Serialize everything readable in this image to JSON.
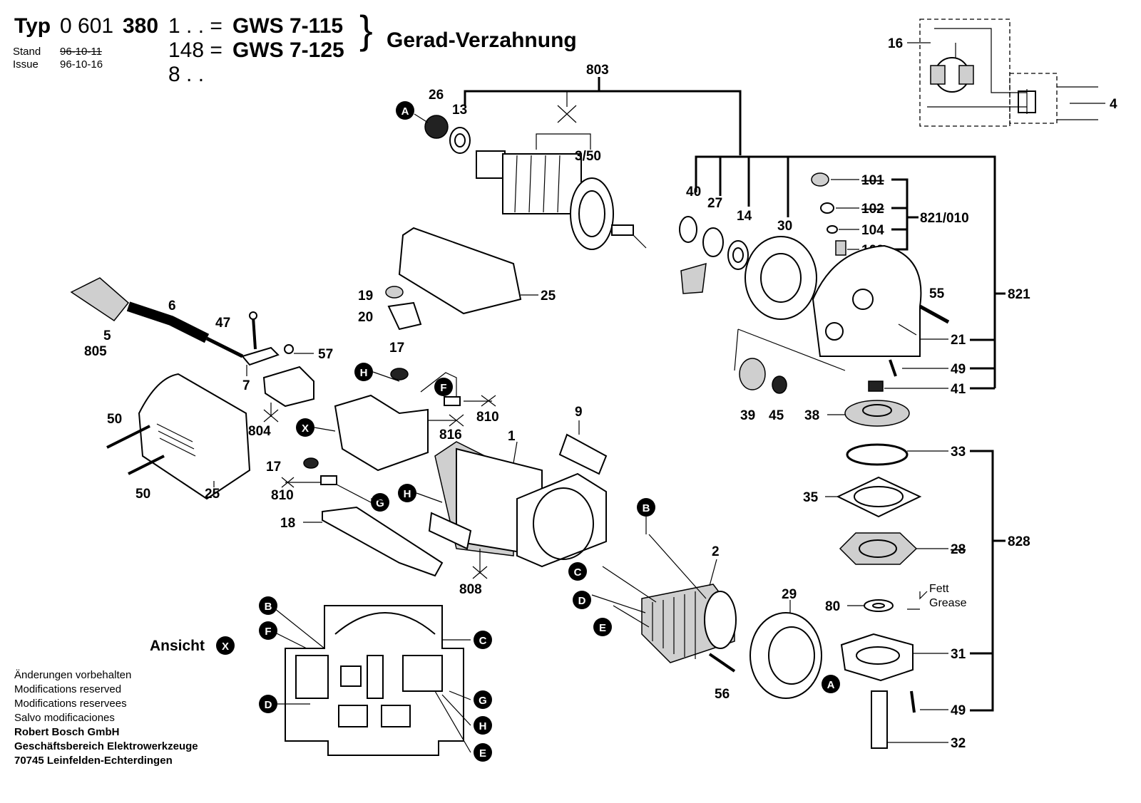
{
  "header": {
    "typ_label": "Typ",
    "typ_number_a": "0 601",
    "typ_number_b": "380",
    "variant1_suffix": "1 . . =",
    "variant1_model": "GWS 7-115",
    "variant2_suffix": "148 =",
    "variant2_model": "GWS 7-125",
    "variant3_suffix": "8 . .",
    "brace": "}",
    "tooth_type": "Gerad-Verzahnung",
    "stand_label": "Stand",
    "issue_label": "Issue",
    "stand_date_struck": "96-10-11",
    "issue_date": "96-10-16"
  },
  "view_label": {
    "text": "Ansicht",
    "letter": "X"
  },
  "footer_notes": [
    "Änderungen vorbehalten",
    "Modifications reserved",
    "Modifications reservees",
    "Salvo modificaciones"
  ],
  "company": [
    "Robert Bosch GmbH",
    "Geschäftsbereich Elektrowerkzeuge",
    "70745 Leinfelden-Echterdingen"
  ],
  "grease_note": {
    "line1": "Fett",
    "line2": "Grease"
  },
  "part_labels": {
    "p803": "803",
    "p26": "26",
    "p13": "13",
    "p350": "3/50",
    "p40": "40",
    "p27": "27",
    "p14": "14",
    "p30": "30",
    "p101": "101",
    "p102": "102",
    "p104": "104",
    "p103": "103",
    "p821_010": "821/010",
    "p821": "821",
    "p55": "55",
    "p21": "21",
    "p49a": "49",
    "p41": "41",
    "p25a": "25",
    "p19": "19",
    "p20": "20",
    "p6": "6",
    "p5": "5",
    "p805": "805",
    "p47": "47",
    "p57": "57",
    "p7": "7",
    "p17a": "17",
    "p810a": "810",
    "p816": "816",
    "p804": "804",
    "p50a": "50",
    "p50b": "50",
    "p25b": "25",
    "p17b": "17",
    "p810b": "810",
    "p18": "18",
    "p9": "9",
    "p1": "1",
    "p808": "808",
    "p39": "39",
    "p45": "45",
    "p38": "38",
    "p33": "33",
    "p35": "35",
    "p28": "28",
    "p828": "828",
    "p80": "80",
    "p31": "31",
    "p49b": "49",
    "p32": "32",
    "p2": "2",
    "p29": "29",
    "p56": "56",
    "p16": "16",
    "p4": "4"
  },
  "callouts": {
    "A1": "A",
    "A2": "A",
    "B1": "B",
    "B2": "B",
    "C1": "C",
    "C2": "C",
    "D1": "D",
    "D2": "D",
    "E1": "E",
    "E2": "E",
    "F1": "F",
    "F2": "F",
    "G1": "G",
    "G2": "G",
    "H1": "H",
    "H2": "H",
    "H3": "H",
    "X1": "X"
  }
}
